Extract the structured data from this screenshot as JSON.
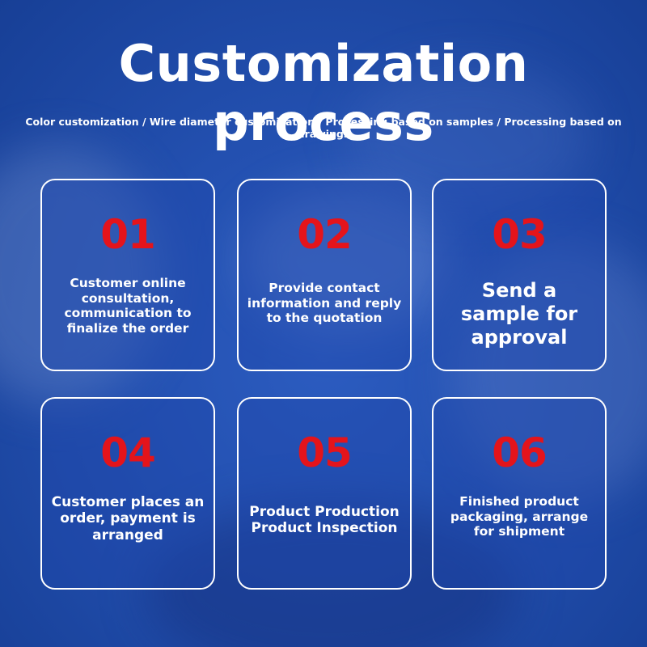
{
  "title": "Customization process",
  "subtitle": "Color customization / Wire diameter customization / Processing based on samples / Processing based on drawings",
  "steps": [
    {
      "number": "01",
      "text": "Customer online consultation, communication to finalize the order"
    },
    {
      "number": "02",
      "text": "Provide contact information and reply to the quotation"
    },
    {
      "number": "03",
      "text": "Send a sample for approval"
    },
    {
      "number": "04",
      "text": "Customer places an order, payment is arranged"
    },
    {
      "number": "05",
      "text": "Product Production Product Inspection"
    },
    {
      "number": "06",
      "text": "Finished product packaging, arrange for shipment"
    }
  ],
  "colors": {
    "background": "#1f4aa8",
    "number": "#e4141b",
    "text": "#ffffff",
    "border": "#ffffff"
  }
}
